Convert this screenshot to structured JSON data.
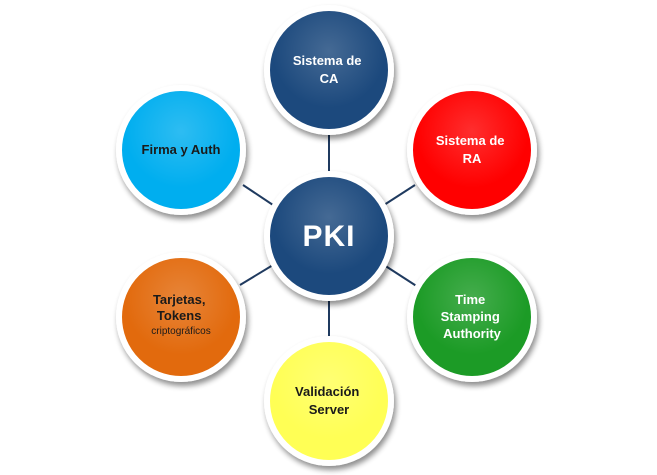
{
  "diagram": {
    "center": {
      "label": "PKI",
      "color": "#1F497D"
    },
    "nodes": [
      {
        "id": "ca",
        "lines": [
          "Sistema de",
          "CA"
        ],
        "color": "#1F497D",
        "text_color": "#ffffff"
      },
      {
        "id": "ra",
        "lines": [
          "Sistema de",
          "RA"
        ],
        "color": "#FF0000",
        "text_color": "#ffffff"
      },
      {
        "id": "tsa",
        "lines": [
          "Time",
          "Stamping",
          "Authority"
        ],
        "color": "#1A9B26",
        "text_color": "#ffffff"
      },
      {
        "id": "validation",
        "lines": [
          "Validación",
          "Server"
        ],
        "color": "#FFFF55",
        "text_color": "#1a1a1a"
      },
      {
        "id": "tokens",
        "lines": [
          "Tarjetas,",
          "Tokens",
          "criptográficos"
        ],
        "color": "#E26B0A",
        "text_color": "#1a1a1a"
      },
      {
        "id": "signature",
        "lines": [
          "Firma y Auth"
        ],
        "color": "#00AEEF",
        "text_color": "#1a1a1a"
      }
    ],
    "connector_color": "#1F3A5F",
    "outline_color": "#ffffff"
  }
}
